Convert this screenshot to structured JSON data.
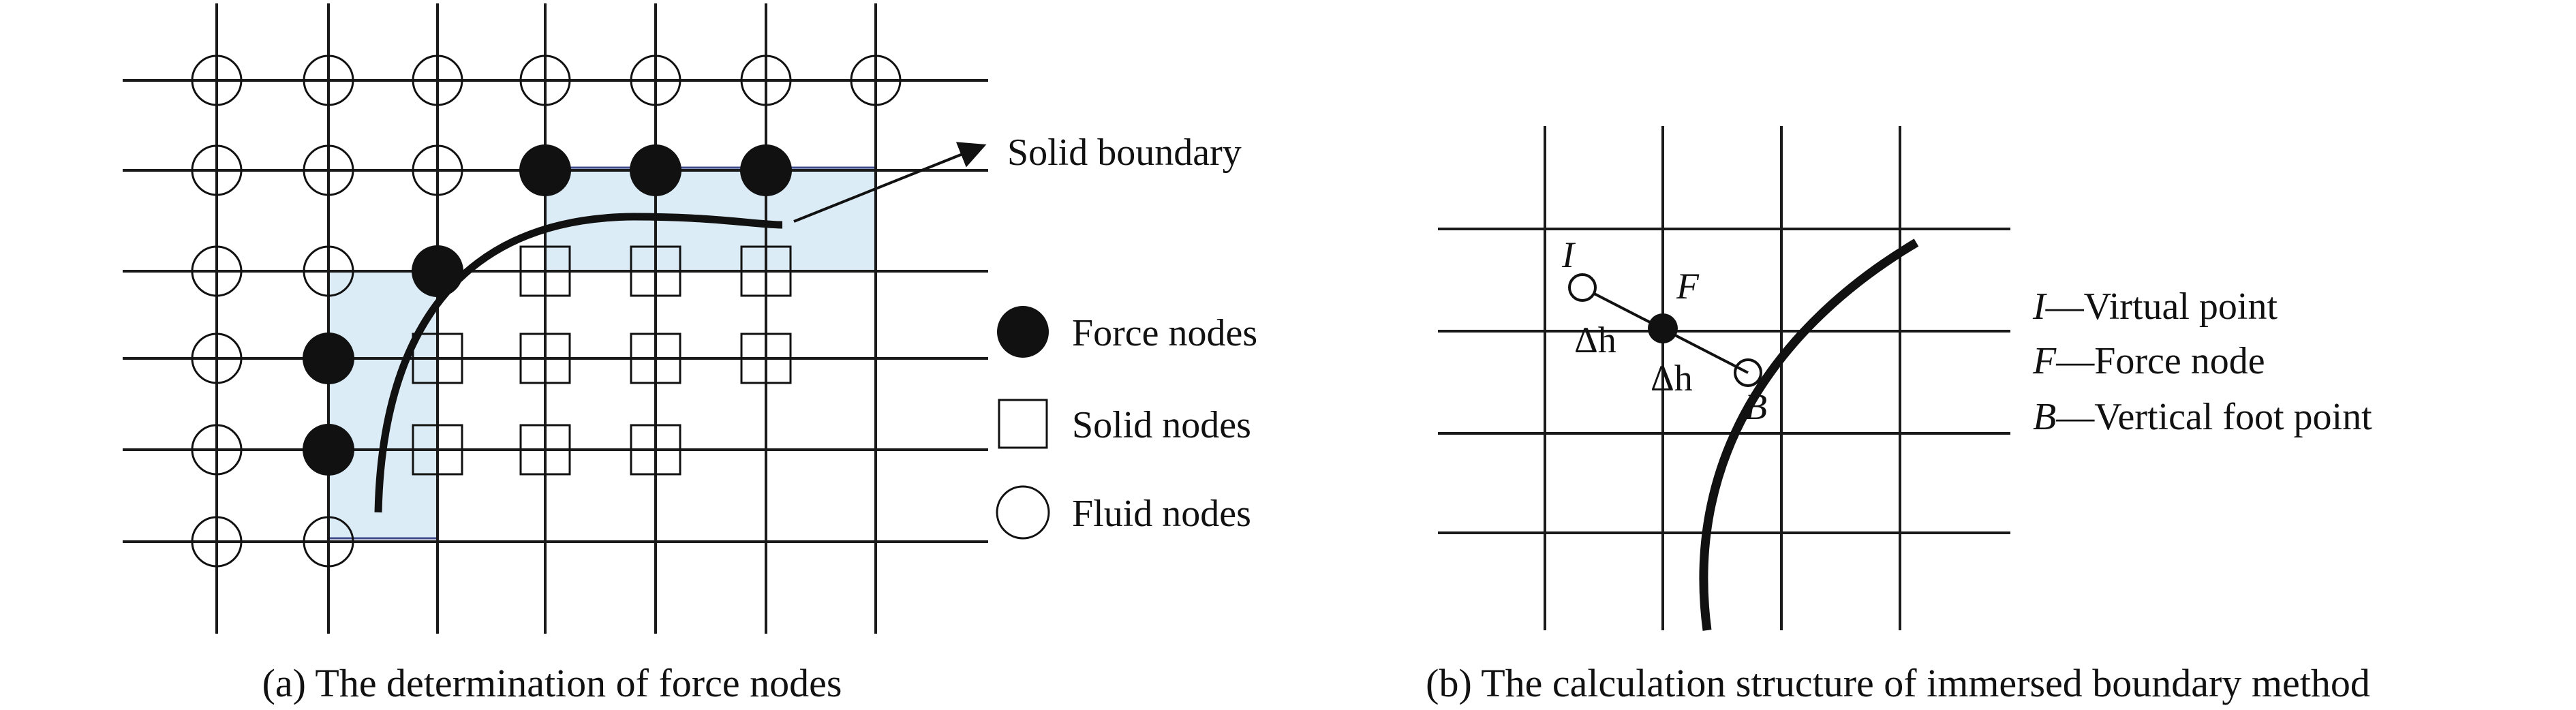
{
  "panel_a": {
    "caption": "(a) The determination of force nodes",
    "boundary_label": "Solid boundary",
    "legend": {
      "force": "Force nodes",
      "solid": "Solid nodes",
      "fluid": "Fluid nodes"
    },
    "colors": {
      "solid_region": "#dcecf6",
      "region_outline": "#3f4a8a",
      "node": "#111111"
    },
    "grid": {
      "cols": 7,
      "rows": 6,
      "fluid": [
        [
          0,
          0
        ],
        [
          1,
          0
        ],
        [
          2,
          0
        ],
        [
          3,
          0
        ],
        [
          4,
          0
        ],
        [
          5,
          0
        ],
        [
          6,
          0
        ],
        [
          0,
          1
        ],
        [
          1,
          1
        ],
        [
          2,
          1
        ],
        [
          0,
          2
        ],
        [
          1,
          2
        ],
        [
          0,
          3
        ],
        [
          0,
          4
        ],
        [
          0,
          5
        ],
        [
          1,
          5
        ]
      ],
      "force": [
        [
          3,
          1
        ],
        [
          4,
          1
        ],
        [
          5,
          1
        ],
        [
          2,
          2
        ],
        [
          1,
          3
        ],
        [
          1,
          4
        ]
      ],
      "solid": [
        [
          3,
          2
        ],
        [
          4,
          2
        ],
        [
          5,
          2
        ],
        [
          2,
          3
        ],
        [
          3,
          3
        ],
        [
          4,
          3
        ],
        [
          5,
          3
        ],
        [
          2,
          4
        ],
        [
          3,
          4
        ],
        [
          4,
          4
        ]
      ]
    }
  },
  "panel_b": {
    "caption": "(b) The calculation structure of immersed boundary method",
    "point_labels": {
      "I": "I",
      "F": "F",
      "B": "B"
    },
    "delta_h": "Δh",
    "legend": [
      {
        "symbol": "I",
        "text": "—Virtual point"
      },
      {
        "symbol": "F",
        "text": "—Force node"
      },
      {
        "symbol": "B",
        "text": "—Vertical foot point"
      }
    ]
  }
}
